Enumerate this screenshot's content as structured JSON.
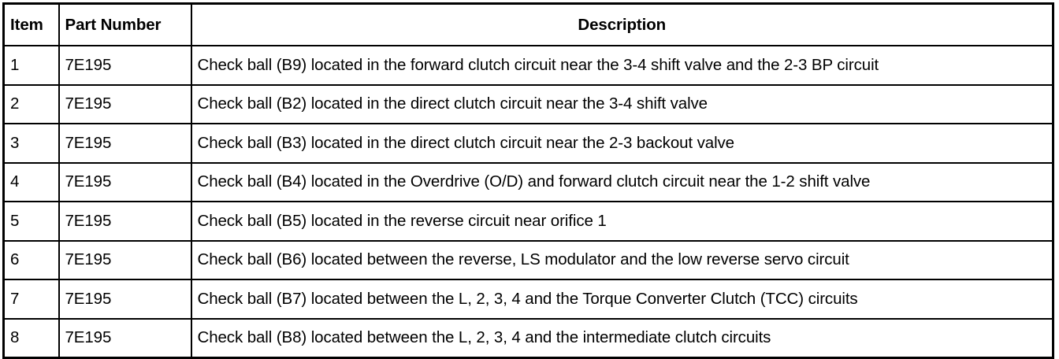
{
  "table": {
    "columns": [
      {
        "key": "item",
        "label": "Item"
      },
      {
        "key": "part_number",
        "label": "Part Number"
      },
      {
        "key": "description",
        "label": "Description"
      }
    ],
    "rows": [
      {
        "item": "1",
        "part_number": "7E195",
        "description": "Check ball (B9) located in the forward clutch circuit near the 3-4 shift valve and the 2-3 BP circuit"
      },
      {
        "item": "2",
        "part_number": "7E195",
        "description": "Check ball (B2) located in the direct clutch circuit near the 3-4 shift valve"
      },
      {
        "item": "3",
        "part_number": "7E195",
        "description": "Check ball (B3) located in the direct clutch circuit near the 2-3 backout valve"
      },
      {
        "item": "4",
        "part_number": "7E195",
        "description": "Check ball (B4) located in the Overdrive (O/D) and forward clutch circuit near the 1-2 shift valve"
      },
      {
        "item": "5",
        "part_number": "7E195",
        "description": "Check ball (B5) located in the reverse circuit near orifice 1"
      },
      {
        "item": "6",
        "part_number": "7E195",
        "description": "Check ball (B6) located between the reverse, LS modulator and the low reverse servo circuit"
      },
      {
        "item": "7",
        "part_number": "7E195",
        "description": "Check ball (B7) located between the L, 2, 3, 4 and the Torque Converter Clutch (TCC) circuits"
      },
      {
        "item": "8",
        "part_number": "7E195",
        "description": "Check ball (B8) located between the L, 2, 3, 4 and the intermediate clutch circuits"
      }
    ]
  },
  "colors": {
    "border": "#000000",
    "text": "#000000",
    "background": "#ffffff"
  }
}
